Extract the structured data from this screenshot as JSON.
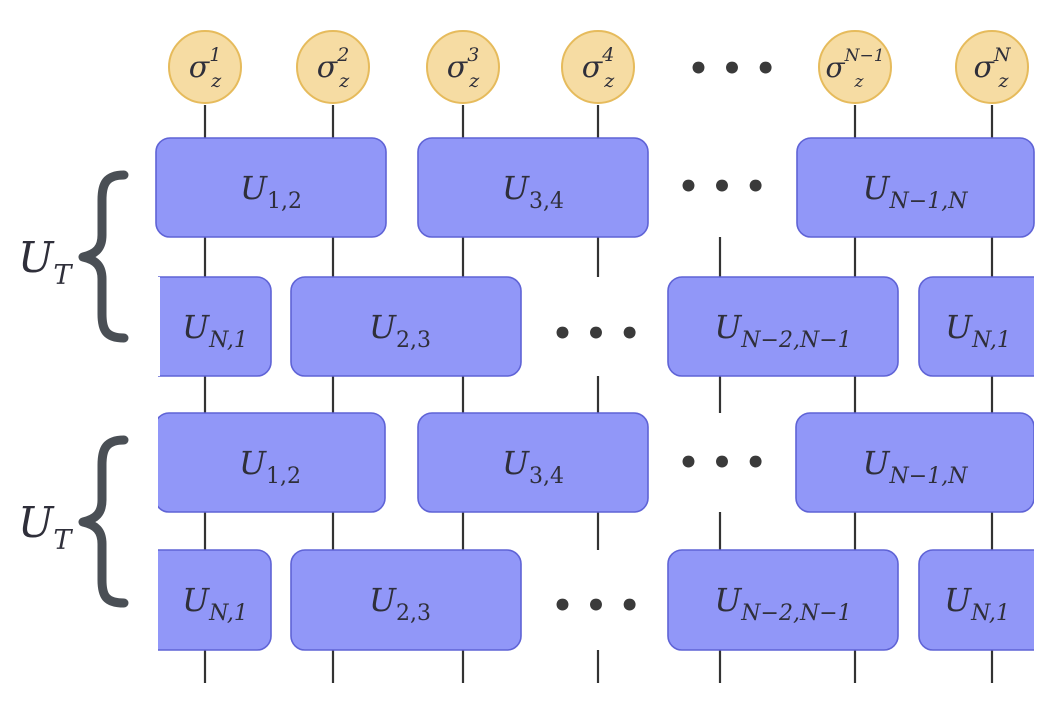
{
  "observables": [
    {
      "base": "σ",
      "sub": "z",
      "sup": "1"
    },
    {
      "base": "σ",
      "sub": "z",
      "sup": "2"
    },
    {
      "base": "σ",
      "sub": "z",
      "sup": "3"
    },
    {
      "base": "σ",
      "sub": "z",
      "sup": "4"
    },
    {
      "base": "σ",
      "sub": "z",
      "sup": "N−1"
    },
    {
      "base": "σ",
      "sub": "z",
      "sup": "N"
    }
  ],
  "layer_odd": {
    "gates": [
      {
        "base": "U",
        "sub": "1,2"
      },
      {
        "base": "U",
        "sub": "3,4"
      },
      {
        "base": "U",
        "sub": "N−1,N"
      }
    ]
  },
  "layer_even": {
    "gates": [
      {
        "base": "U",
        "sub": "N,1"
      },
      {
        "base": "U",
        "sub": "2,3"
      },
      {
        "base": "U",
        "sub": "N−2,N−1"
      },
      {
        "base": "U",
        "sub": "N,1"
      }
    ]
  },
  "layer_label": {
    "base": "U",
    "sub": "T"
  },
  "ellipsis": "• • •",
  "colors": {
    "gate_fill": "#9197f8",
    "gate_stroke": "#5f63d6",
    "observable_fill": "#f6dca3",
    "observable_stroke": "#e6bb5c",
    "brace": "#4a4f55"
  }
}
